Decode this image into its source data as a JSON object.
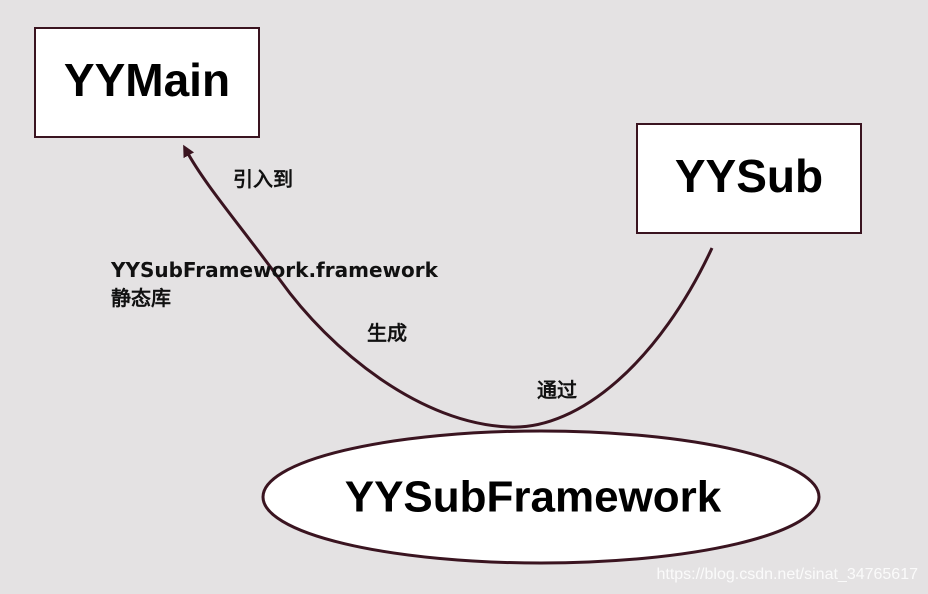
{
  "nodes": {
    "yymain": "YYMain",
    "yysub": "YYSub",
    "framework": "YYSubFramework"
  },
  "labels": {
    "import_into": "引入到",
    "framework_file": "YYSubFramework.framework",
    "static_lib": "静态库",
    "generate": "生成",
    "via": "通过"
  },
  "watermark": "https://blog.csdn.net/sinat_34765617",
  "colors": {
    "background": "#e4e2e3",
    "stroke": "#3a1420"
  }
}
